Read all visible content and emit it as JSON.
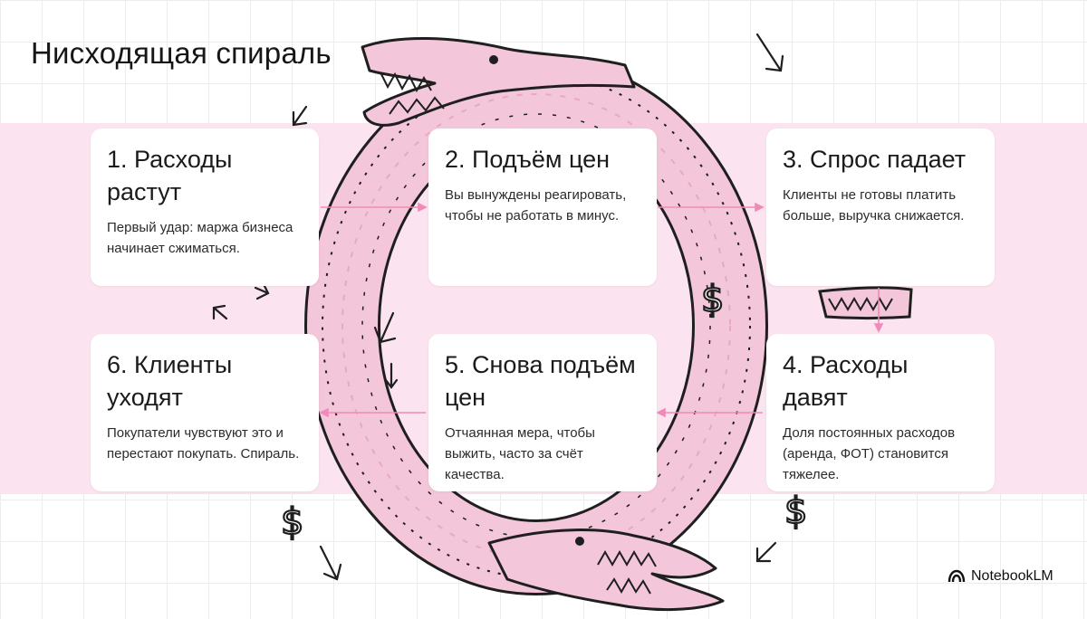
{
  "title": "Нисходящая спираль",
  "accent_color": "#f4c6da",
  "steps": [
    {
      "title": "1. Расходы растут",
      "text": "Первый удар: маржа бизнеса начинает сжиматься."
    },
    {
      "title": "2. Подъём цен",
      "text": "Вы вынуждены реагировать, чтобы не работать в минус."
    },
    {
      "title": "3. Спрос падает",
      "text": "Клиенты не готовы платить больше, выручка снижается."
    },
    {
      "title": "4. Расходы давят",
      "text": "Доля постоянных расходов (аренда, ФОТ) становится тяжелее."
    },
    {
      "title": "5. Снова подъём цен",
      "text": "Отчаянная мера, чтобы выжить, часто за счёт качества."
    },
    {
      "title": "6. Клиенты уходят",
      "text": "Покупатели чувствуют это и перестают покупать. Спираль."
    }
  ],
  "decor": {
    "currency_symbol": "$"
  },
  "brand": {
    "name": "NotebookLM"
  }
}
